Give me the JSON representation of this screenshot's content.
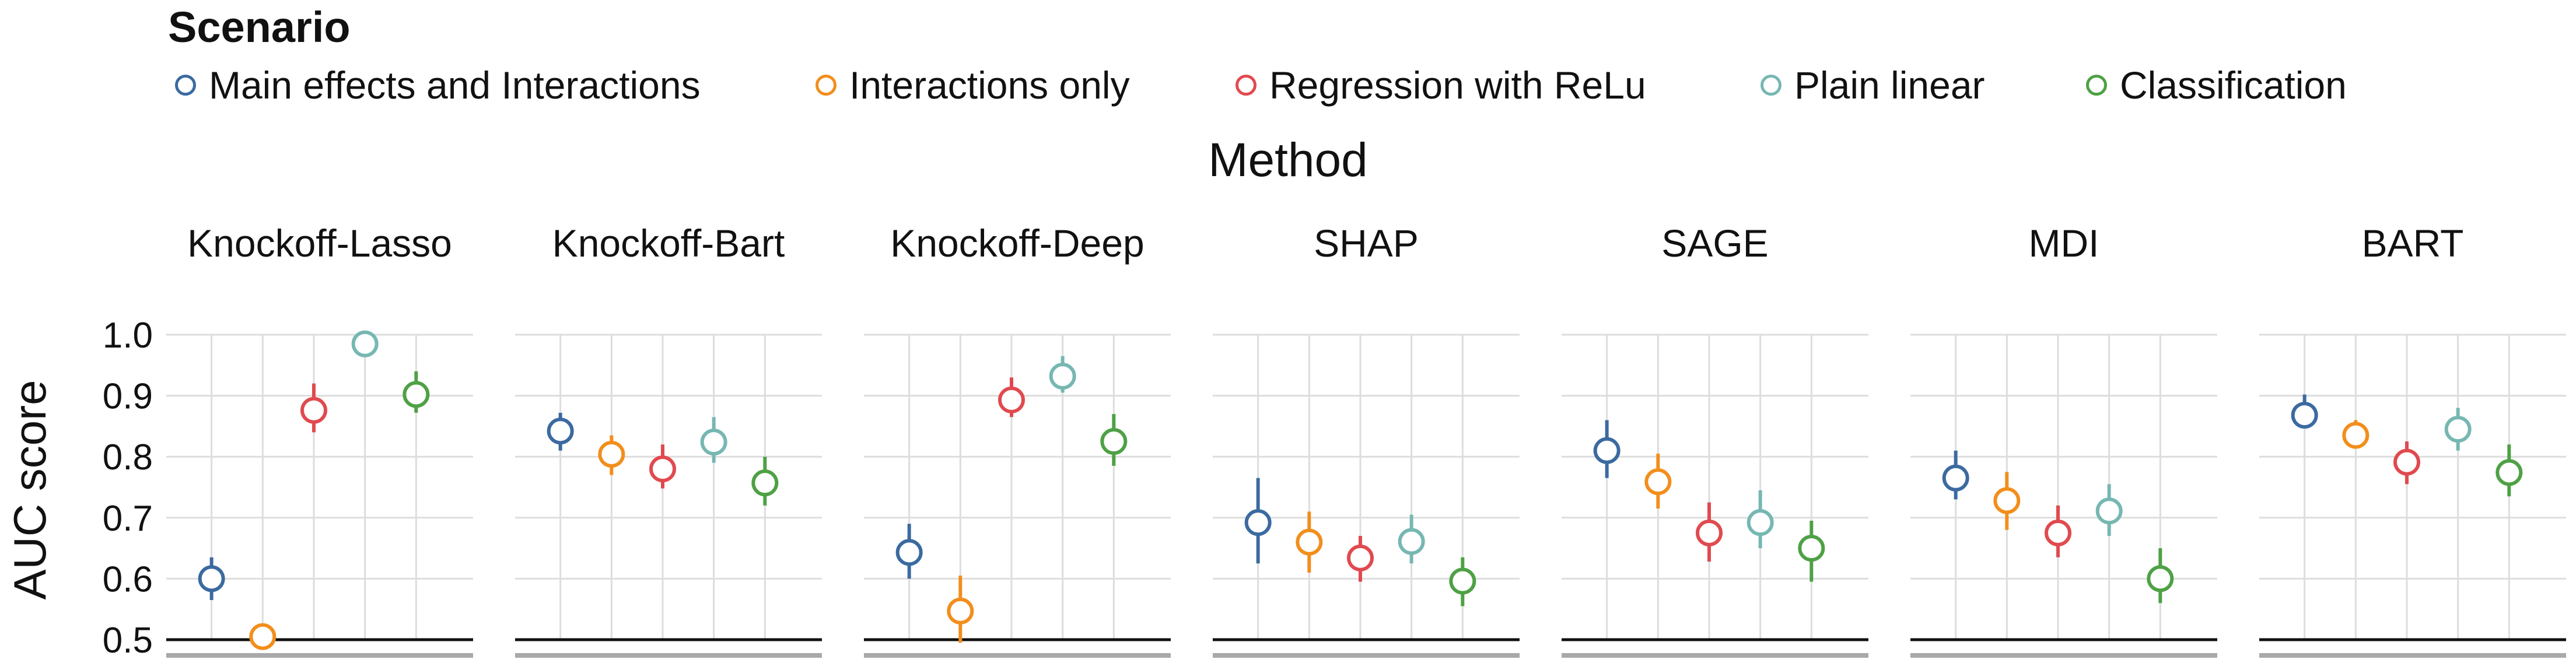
{
  "legend": {
    "title": "Scenario",
    "items": [
      {
        "label": "Main effects and Interactions",
        "color": "#3b6aa0"
      },
      {
        "label": "Interactions only",
        "color": "#f28e1c"
      },
      {
        "label": "Regression with ReLu",
        "color": "#e04a4f"
      },
      {
        "label": "Plain linear",
        "color": "#76b7b2"
      },
      {
        "label": "Classification",
        "color": "#4ea145"
      }
    ]
  },
  "chart_data": {
    "type": "scatter",
    "title": "Method",
    "ylabel": "AUC score",
    "ylim": [
      0.5,
      1.0
    ],
    "yticks": [
      "0.5",
      "0.6",
      "0.7",
      "0.8",
      "0.9",
      "1.0"
    ],
    "grid": true,
    "legend_position": "top-left",
    "series_names": [
      "Main effects and Interactions",
      "Interactions only",
      "Regression with ReLu",
      "Plain linear",
      "Classification"
    ],
    "facets": [
      {
        "name": "Knockoff-Lasso",
        "values": [
          0.6,
          0.505,
          0.876,
          0.985,
          0.902
        ],
        "lower": [
          0.565,
          0.495,
          0.84,
          0.975,
          0.872
        ],
        "upper": [
          0.635,
          0.515,
          0.92,
          0.995,
          0.94
        ]
      },
      {
        "name": "Knockoff-Bart",
        "values": [
          0.842,
          0.804,
          0.78,
          0.824,
          0.757
        ],
        "lower": [
          0.81,
          0.77,
          0.748,
          0.79,
          0.72
        ],
        "upper": [
          0.872,
          0.835,
          0.82,
          0.865,
          0.8
        ]
      },
      {
        "name": "Knockoff-Deep",
        "values": [
          0.643,
          0.547,
          0.893,
          0.932,
          0.825
        ],
        "lower": [
          0.6,
          0.495,
          0.865,
          0.905,
          0.785
        ],
        "upper": [
          0.69,
          0.605,
          0.93,
          0.965,
          0.87
        ]
      },
      {
        "name": "SHAP",
        "values": [
          0.692,
          0.66,
          0.634,
          0.661,
          0.596
        ],
        "lower": [
          0.625,
          0.61,
          0.595,
          0.625,
          0.555
        ],
        "upper": [
          0.765,
          0.71,
          0.67,
          0.705,
          0.635
        ]
      },
      {
        "name": "SAGE",
        "values": [
          0.81,
          0.759,
          0.675,
          0.692,
          0.65
        ],
        "lower": [
          0.765,
          0.715,
          0.628,
          0.65,
          0.595
        ],
        "upper": [
          0.86,
          0.805,
          0.725,
          0.745,
          0.695
        ]
      },
      {
        "name": "MDI",
        "values": [
          0.765,
          0.728,
          0.675,
          0.711,
          0.6
        ],
        "lower": [
          0.73,
          0.68,
          0.635,
          0.67,
          0.56
        ],
        "upper": [
          0.81,
          0.775,
          0.72,
          0.755,
          0.65
        ]
      },
      {
        "name": "BART",
        "values": [
          0.868,
          0.835,
          0.791,
          0.845,
          0.774
        ],
        "lower": [
          0.85,
          0.815,
          0.755,
          0.81,
          0.735
        ],
        "upper": [
          0.902,
          0.86,
          0.825,
          0.88,
          0.82
        ]
      }
    ]
  }
}
